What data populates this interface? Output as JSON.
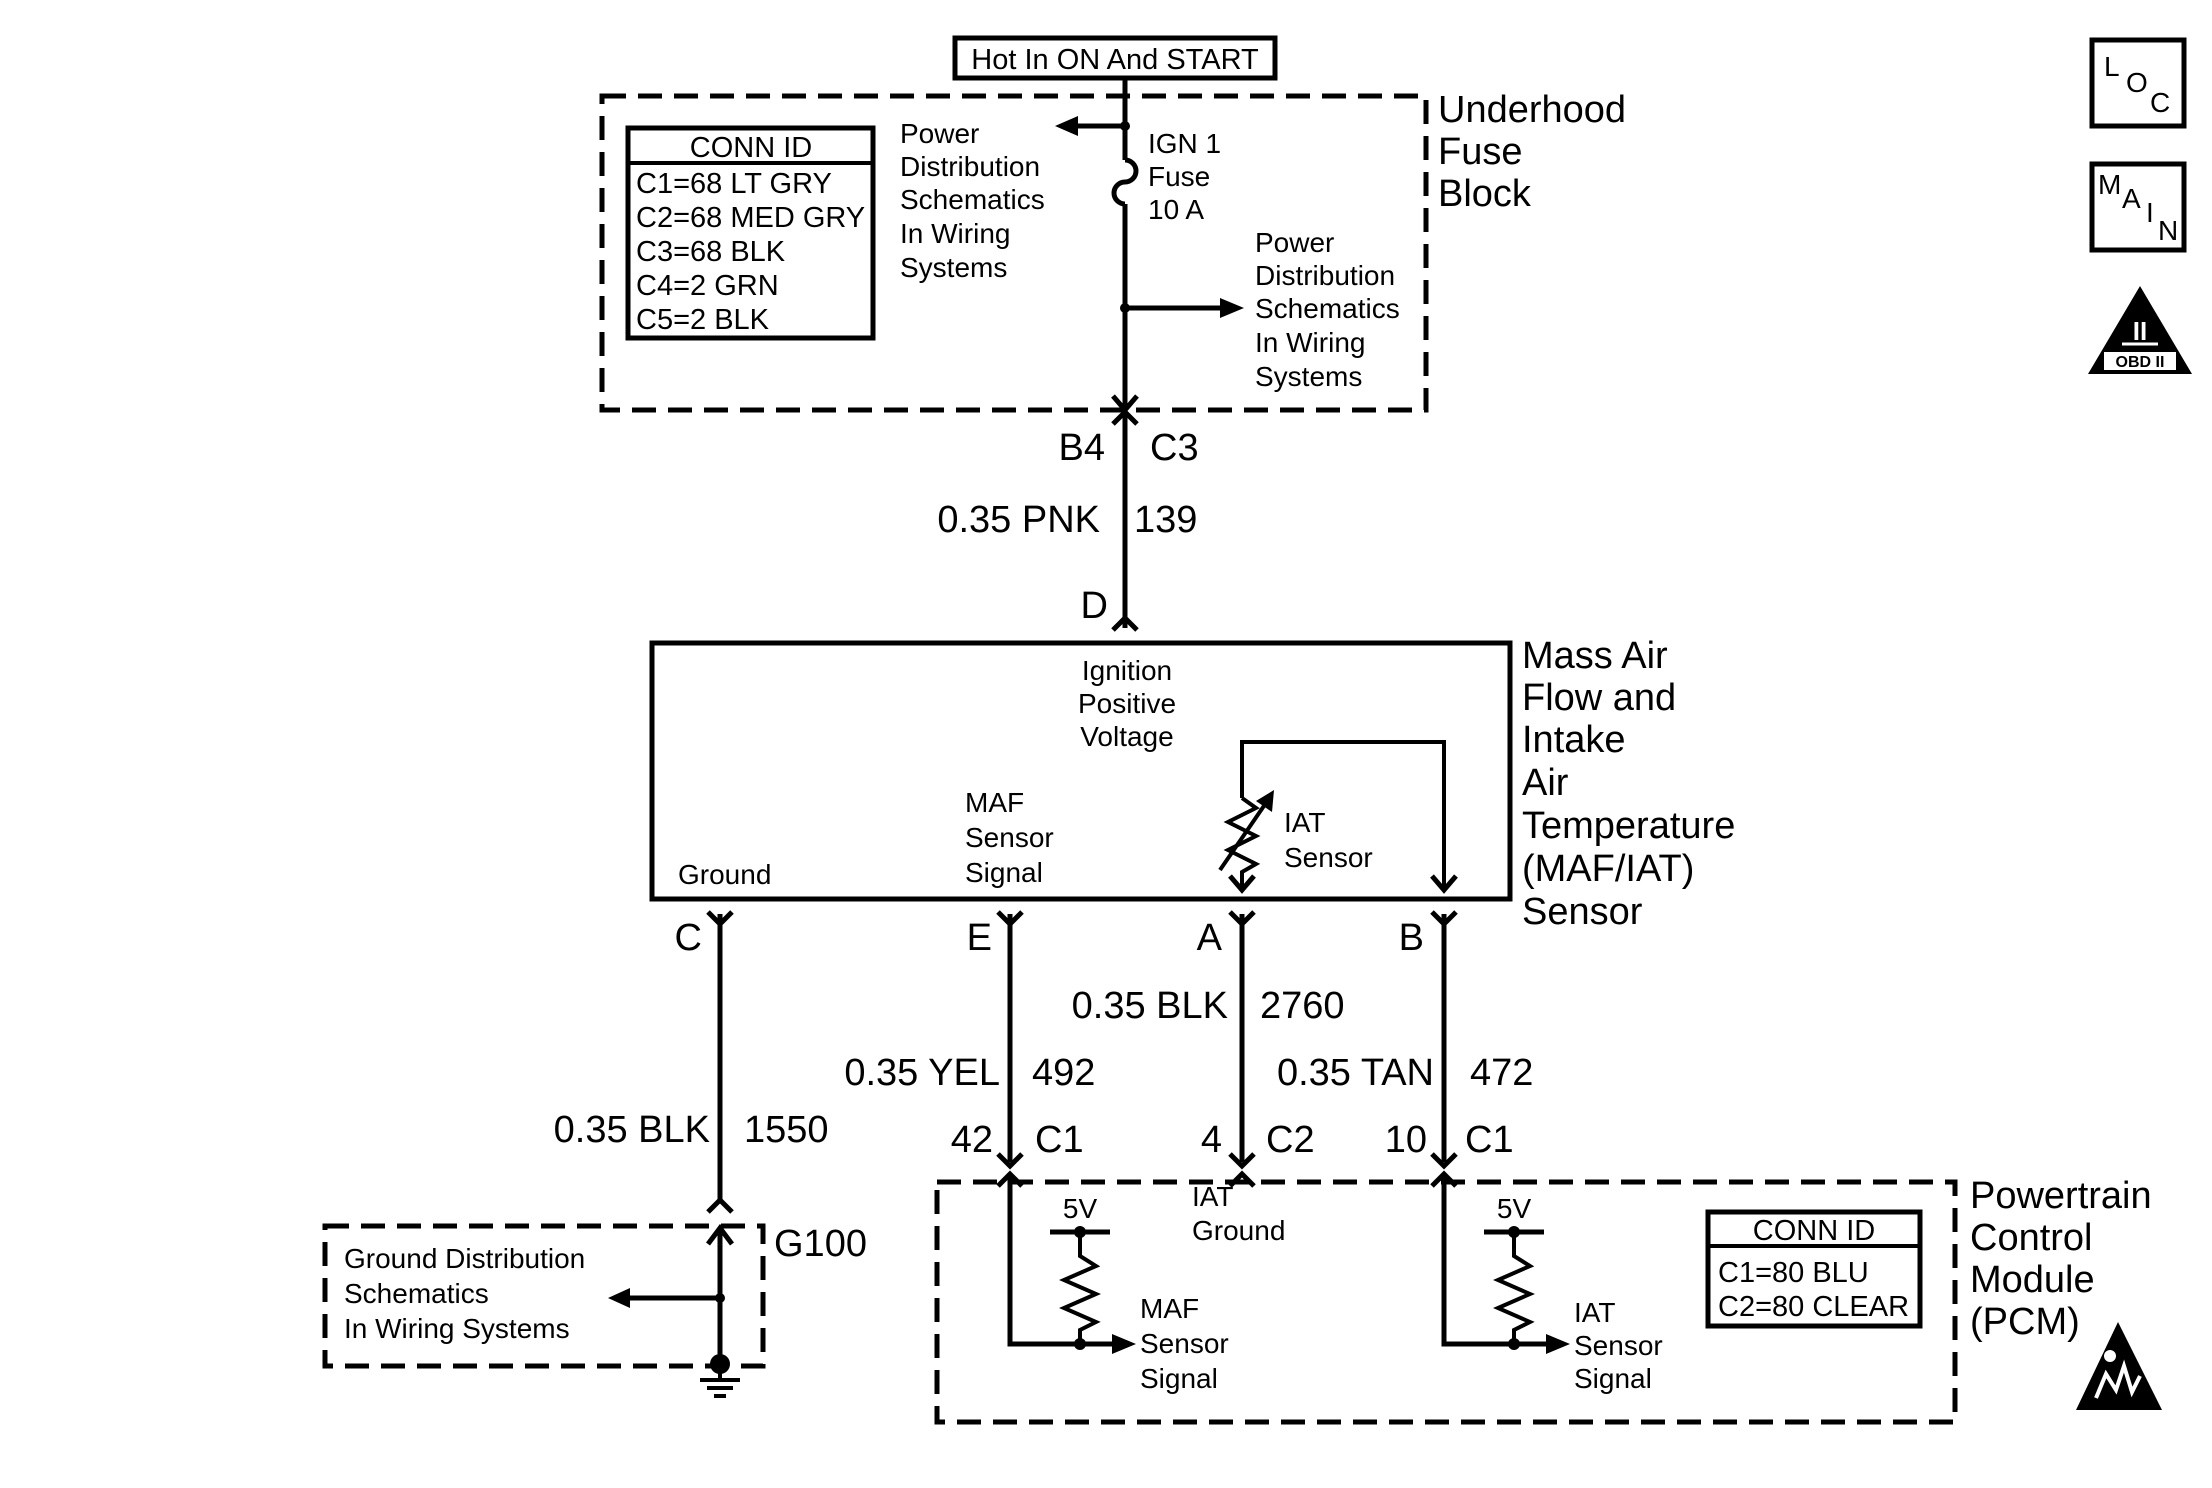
{
  "header": {
    "feed_label": "Hot In ON And START"
  },
  "fuse_block": {
    "name": [
      "Underhood",
      "Fuse",
      "Block"
    ],
    "conn_title": "CONN ID",
    "conn_rows": [
      "C1=68 LT GRY",
      "C2=68 MED GRY",
      "C3=68 BLK",
      "C4=2 GRN",
      "C5=2 BLK"
    ],
    "power_note_left": [
      "Power",
      "Distribution",
      "Schematics",
      "In Wiring",
      "Systems"
    ],
    "fuse_label": [
      "IGN 1",
      "Fuse",
      "10 A"
    ],
    "power_note_right": [
      "Power",
      "Distribution",
      "Schematics",
      "In Wiring",
      "Systems"
    ],
    "pin_b4": "B4",
    "pin_c3": "C3"
  },
  "wire_feed": {
    "gauge_color": "0.35 PNK",
    "circuit": "139"
  },
  "sensor": {
    "name": [
      "Mass Air",
      "Flow and",
      "Intake",
      "Air",
      "Temperature",
      "(MAF/IAT)",
      "Sensor"
    ],
    "pin_d": "D",
    "ign_label": [
      "Ignition",
      "Positive",
      "Voltage"
    ],
    "maf_label": [
      "MAF",
      "Sensor",
      "Signal"
    ],
    "iat_label": [
      "IAT",
      "Sensor"
    ],
    "ground_label": "Ground",
    "pin_c": "C",
    "pin_e": "E",
    "pin_a": "A",
    "pin_b": "B"
  },
  "wires": {
    "ground": {
      "gauge_color": "0.35 BLK",
      "circuit": "1550"
    },
    "maf_signal": {
      "gauge_color": "0.35 YEL",
      "circuit": "492"
    },
    "iat_ground": {
      "gauge_color": "0.35 BLK",
      "circuit": "2760"
    },
    "iat_signal": {
      "gauge_color": "0.35 TAN",
      "circuit": "472"
    }
  },
  "pcm_pins": {
    "maf": {
      "pin": "42",
      "conn": "C1"
    },
    "iat_ground": {
      "pin": "4",
      "conn": "C2"
    },
    "iat_signal": {
      "pin": "10",
      "conn": "C1"
    }
  },
  "pcm": {
    "name": [
      "Powertrain",
      "Control",
      "Module",
      "(PCM)"
    ],
    "conn_title": "CONN ID",
    "conn_rows": [
      "C1=80 BLU",
      "C2=80 CLEAR"
    ],
    "ref_voltage": "5V",
    "maf_label": [
      "MAF",
      "Sensor",
      "Signal"
    ],
    "iat_ground_label": [
      "IAT",
      "Ground"
    ],
    "iat_label": [
      "IAT",
      "Sensor",
      "Signal"
    ]
  },
  "ground_block": {
    "label": [
      "Ground Distribution",
      "Schematics",
      "In Wiring Systems"
    ],
    "id": "G100"
  },
  "icons": {
    "loc": [
      "L",
      "O",
      "C"
    ],
    "main": [
      "M",
      "A",
      "I",
      "N"
    ],
    "obd_numeral": "II",
    "obd_text": "OBD II"
  }
}
